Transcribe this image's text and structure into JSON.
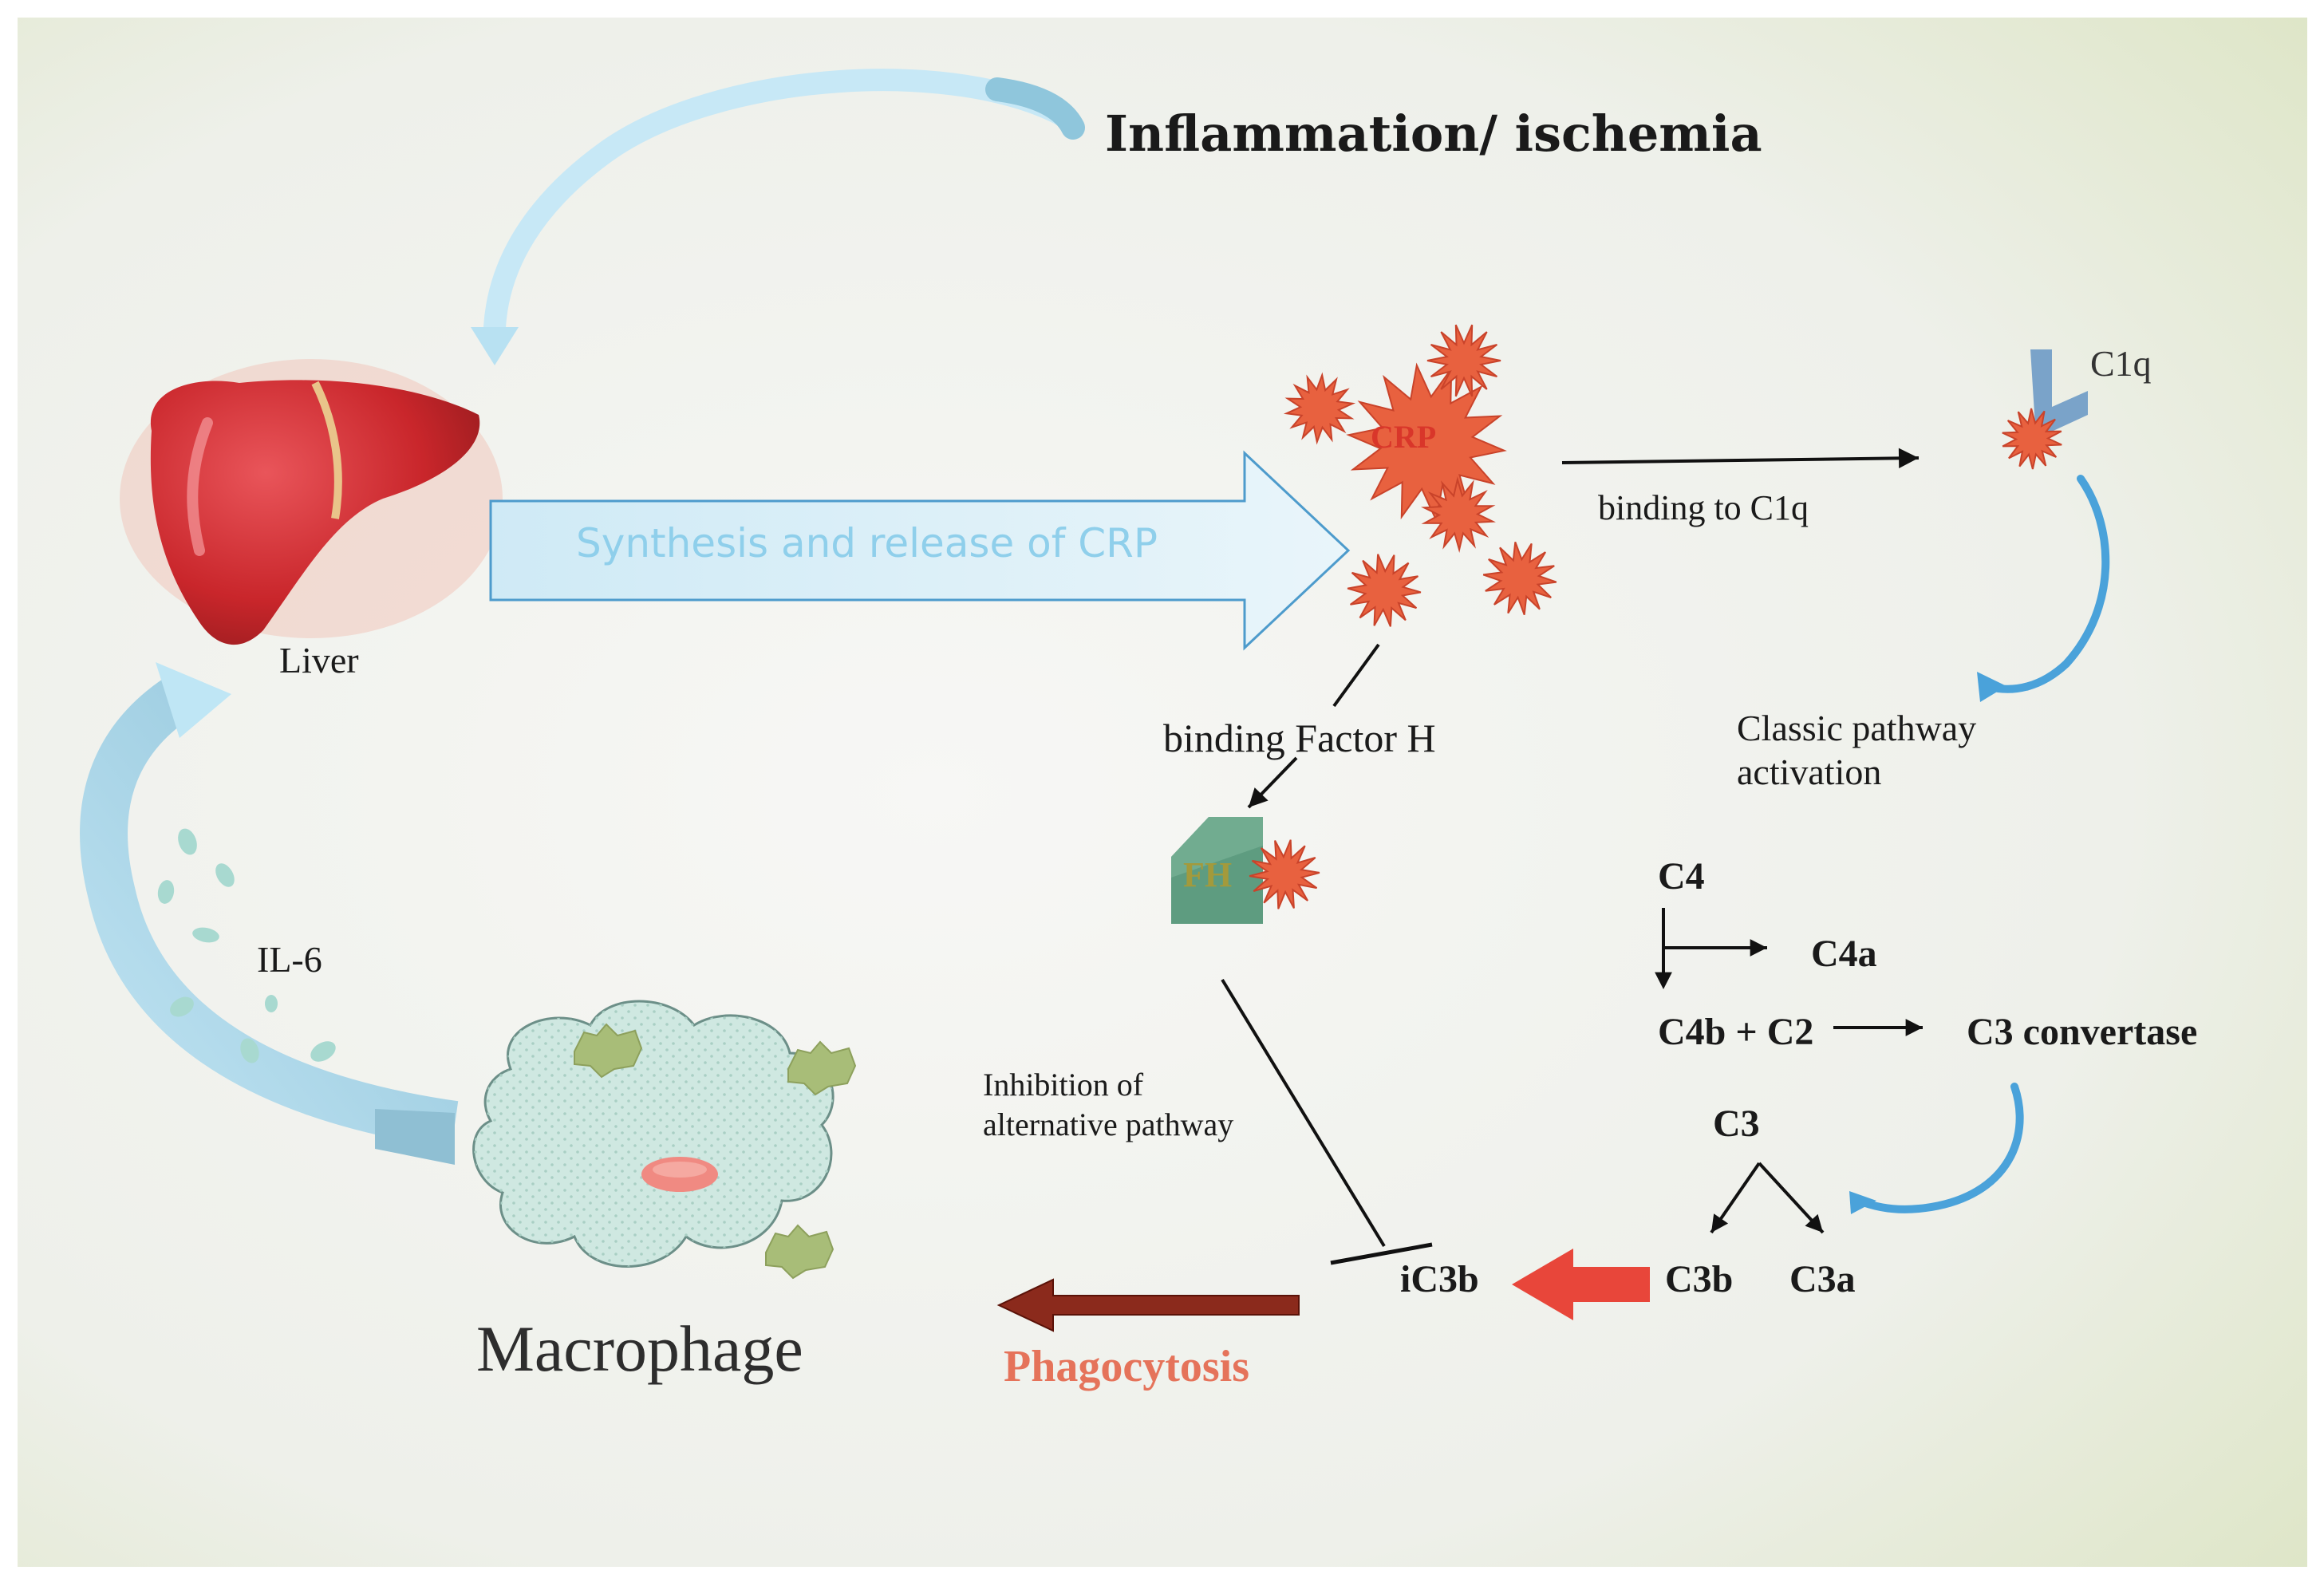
{
  "title": "Inflammation/ ischemia",
  "organ": {
    "label": "Liver"
  },
  "cytokine": {
    "label": "IL-6"
  },
  "cell": {
    "label": "Macrophage"
  },
  "synthesis": {
    "label": "Synthesis and release of CRP"
  },
  "crp": {
    "label": "CRP"
  },
  "classic_branch": {
    "binding_label": "binding to C1q",
    "c1q_label": "C1q",
    "activation_line1": "Classic pathway",
    "activation_line2": "activation"
  },
  "factor_h_branch": {
    "binding_label": "binding Factor H",
    "fh_label": "FH",
    "inhibition_line1": "Inhibition of",
    "inhibition_line2": "alternative pathway"
  },
  "cascade": {
    "c4": "C4",
    "c4a": "C4a",
    "c4b_c2": "C4b + C2",
    "c3_convertase": "C3 convertase",
    "c3": "C3",
    "c3b": "C3b",
    "c3a": "C3a",
    "ic3b": "iC3b"
  },
  "outcome": {
    "label": "Phagocytosis"
  },
  "colors": {
    "crp_orange": "#e8613f",
    "light_blue": "#bfe6f5",
    "liver_red": "#c9262b",
    "fh_green": "#5e9c80",
    "macrophage_fill": "#cfe8e1",
    "granule_olive": "#a8bd78",
    "red_arrow": "#e8463a",
    "phagocytosis_arrow": "#8b2a1c",
    "phagocytosis_text": "#e5735a"
  }
}
